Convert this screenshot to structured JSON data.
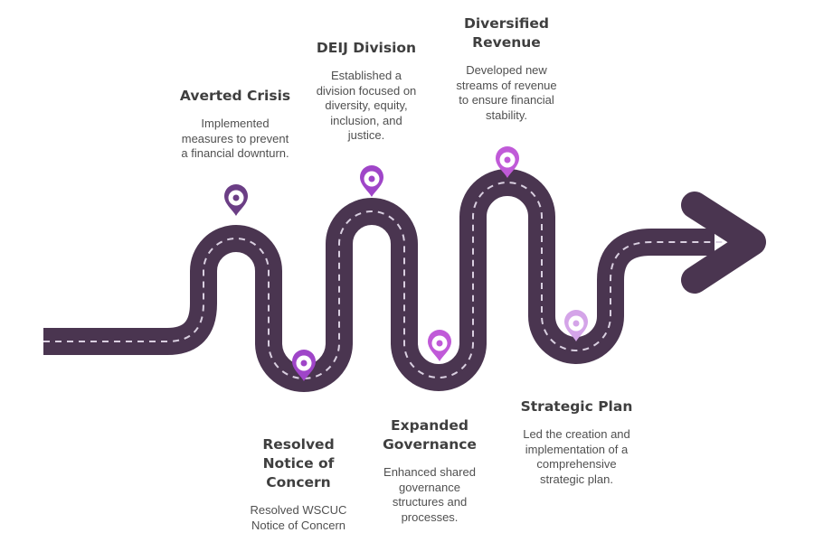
{
  "colors": {
    "road": "#4a3550",
    "dash": "#d9cfe0",
    "pin_dark": "#6b3e85",
    "pin_mid": "#9f45c8",
    "pin_bright": "#c05ad8",
    "pin_light": "#d4a4e8"
  },
  "milestones": [
    {
      "id": "averted",
      "title": "Averted Crisis",
      "description": "Implemented\nmeasures to prevent\na financial downturn.",
      "pin_color": "pin_dark"
    },
    {
      "id": "resolved",
      "title": "Resolved\nNotice of\nConcern",
      "description": "Resolved WSCUC\nNotice of Concern",
      "pin_color": "pin_mid"
    },
    {
      "id": "deij",
      "title": "DEIJ Division",
      "description": "Established a\ndivision focused on\ndiversity, equity,\ninclusion, and\njustice.",
      "pin_color": "pin_mid"
    },
    {
      "id": "governance",
      "title": "Expanded\nGovernance",
      "description": "Enhanced shared\ngovernance\nstructures and\nprocesses.",
      "pin_color": "pin_bright"
    },
    {
      "id": "revenue",
      "title": "Diversified\nRevenue",
      "description": "Developed new\nstreams of revenue\nto ensure financial\nstability.",
      "pin_color": "pin_bright"
    },
    {
      "id": "strategic",
      "title": "Strategic Plan",
      "description": "Led the creation and\nimplementation of a\ncomprehensive\nstrategic plan.",
      "pin_color": "pin_light"
    }
  ]
}
